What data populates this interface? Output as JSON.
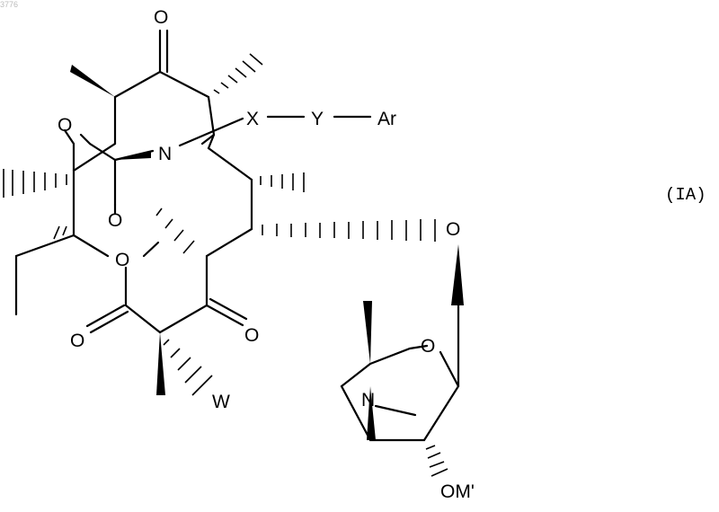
{
  "figure": {
    "corner_text": "3776",
    "formula_label": "(IA)"
  },
  "atoms": {
    "o_top_ketone": "O",
    "n_carbamate": "N",
    "x_link": "X",
    "y_link": "Y",
    "ar_group": "Ar",
    "o_carbamate_ring": "O",
    "o_carbamate_carbonyl": "O",
    "o_lactone_ring": "O",
    "o_lactone_carbonyl": "O",
    "o_ketone_right": "O",
    "w_sub": "W",
    "o_glycoside": "O",
    "o_sugar_ring": "O",
    "n_sugar_amine": "N",
    "om_sugar": "OM'"
  }
}
